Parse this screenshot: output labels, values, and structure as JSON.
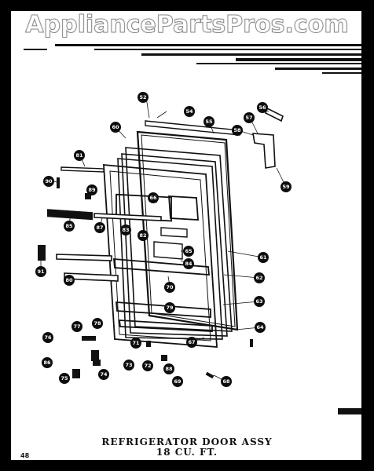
{
  "watermark": "AppliancePartsPros.com",
  "title_line1": "REFRIGERATOR DOOR ASSY",
  "title_line2": "18 CU. FT.",
  "page_number": "48",
  "callouts": [
    "52",
    "54",
    "55",
    "56",
    "57",
    "58",
    "59",
    "60",
    "61",
    "62",
    "63",
    "64",
    "65",
    "66",
    "67",
    "68",
    "69",
    "70",
    "71",
    "72",
    "73",
    "74",
    "75",
    "76",
    "77",
    "78",
    "79",
    "80",
    "81",
    "82",
    "83",
    "84",
    "85",
    "86",
    "87",
    "88",
    "89",
    "90",
    "91"
  ],
  "colors": {
    "frame": "#000000",
    "ink": "#111111",
    "paper": "#ffffff"
  }
}
